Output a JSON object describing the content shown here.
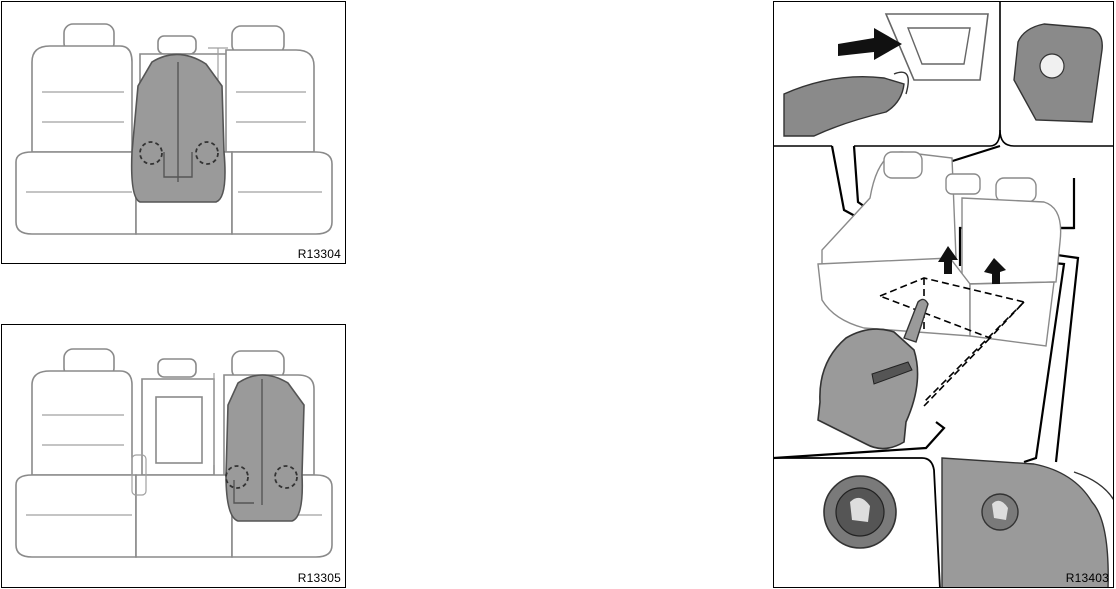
{
  "figures": [
    {
      "code": "R13304"
    },
    {
      "code": "R13305"
    },
    {
      "code": "R13403"
    }
  ],
  "colors": {
    "line": "#8a8a8a",
    "seat": "#ffffff",
    "child_seat": "#9a9a9a",
    "marker": "#5a5a5a"
  },
  "icons": [
    "child-seat-anchor-icon"
  ]
}
